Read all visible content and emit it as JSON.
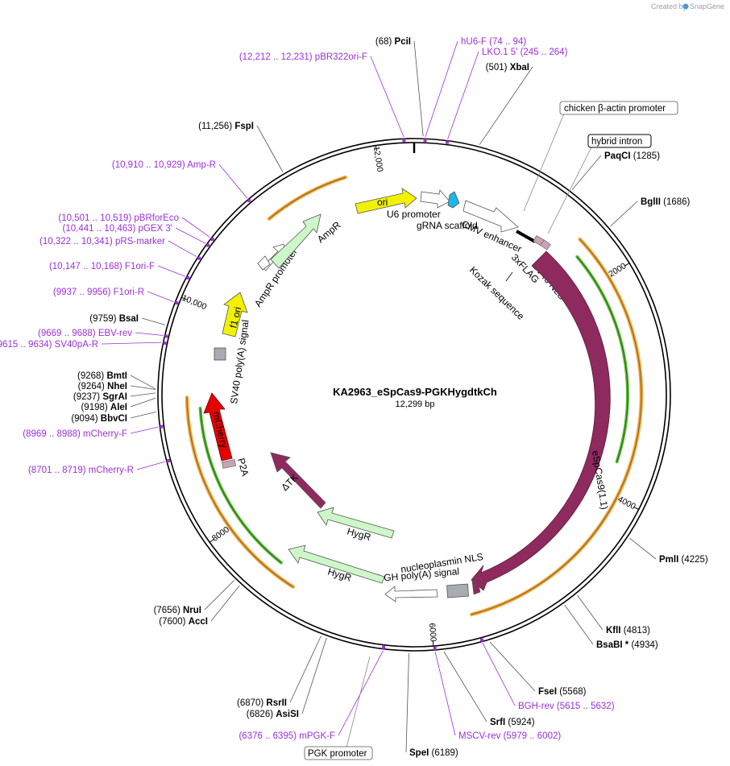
{
  "credit": {
    "prefix": "Created by",
    "brand": "SnapGene"
  },
  "plasmid": {
    "name": "KA2963_eSpCas9-PGKHygdtkCh",
    "size": "12,299 bp",
    "length": 12299
  },
  "ticks": [
    "2000",
    "4000",
    "6000",
    "8000",
    "10,000",
    "12,000"
  ],
  "enzymes": [
    {
      "name": "PciI",
      "pos": "(68)"
    },
    {
      "name": "XbaI",
      "pos": "(501)"
    },
    {
      "name": "PaqCI",
      "pos": "(1285)"
    },
    {
      "name": "BglII",
      "pos": "(1686)"
    },
    {
      "name": "PmlI",
      "pos": "(4225)"
    },
    {
      "name": "KflI",
      "pos": "(4813)"
    },
    {
      "name": "BsaBI *",
      "pos": "(4934)"
    },
    {
      "name": "FseI",
      "pos": "(5568)"
    },
    {
      "name": "SrfI",
      "pos": "(5924)"
    },
    {
      "name": "SpeI",
      "pos": "(6189)"
    },
    {
      "name": "RsrII",
      "pos": "(6870)"
    },
    {
      "name": "AsiSI",
      "pos": "(6826)"
    },
    {
      "name": "NruI",
      "pos": "(7656)"
    },
    {
      "name": "AccI",
      "pos": "(7600)"
    },
    {
      "name": "BbvCI",
      "pos": "(9094)"
    },
    {
      "name": "AleI",
      "pos": "(9198)"
    },
    {
      "name": "SgrAI",
      "pos": "(9237)"
    },
    {
      "name": "NheI",
      "pos": "(9264)"
    },
    {
      "name": "BmtI",
      "pos": "(9268)"
    },
    {
      "name": "BsaI",
      "pos": "(9759)"
    },
    {
      "name": "FspI",
      "pos": "(11,256)"
    }
  ],
  "primers": [
    {
      "name": "hU6-F",
      "range": "(74 .. 94)"
    },
    {
      "name": "LKO.1 5'",
      "range": "(245 .. 264)"
    },
    {
      "name": "pBR322ori-F",
      "range": "(12,212 .. 12,231)"
    },
    {
      "name": "Amp-R",
      "range": "(10,910 .. 10,929)"
    },
    {
      "name": "pBRforEco",
      "range": "(10,501 .. 10,519)"
    },
    {
      "name": "pGEX 3'",
      "range": "(10,441 .. 10,463)"
    },
    {
      "name": "pRS-marker",
      "range": "(10,322 .. 10,341)"
    },
    {
      "name": "F1ori-F",
      "range": "(10,147 .. 10,168)"
    },
    {
      "name": "F1ori-R",
      "range": "(9937 .. 9956)"
    },
    {
      "name": "EBV-rev",
      "range": "(9669 .. 9688)"
    },
    {
      "name": "SV40pA-R",
      "range": "(9615 .. 9634)"
    },
    {
      "name": "mCherry-F",
      "range": "(8969 .. 8988)"
    },
    {
      "name": "mCherry-R",
      "range": "(8701 .. 8719)"
    },
    {
      "name": "mPGK-F",
      "range": "(6376 .. 6395)"
    },
    {
      "name": "MSCV-rev",
      "range": "(5979 .. 6002)"
    },
    {
      "name": "BGH-rev",
      "range": "(5615 .. 5632)"
    }
  ],
  "boxed_features": [
    "chicken β-actin promoter",
    "hybrid intron",
    "PGK promoter"
  ],
  "features": {
    "ori": "ori",
    "u6": "U6 promoter",
    "scaffold": "gRNA scaffold",
    "cmv": "CMV enhancer",
    "sv40nls": "SV40 NLS",
    "flag": "3xFLAG",
    "kozak": "Kozak sequence",
    "cas9": "eSpCas9(1.1)",
    "npnls": "nucleoplasmin NLS",
    "bgh": "bGH poly(A) signal",
    "hygr1": "HygR",
    "hygr2": "HygR",
    "dtk": "ΔTK",
    "p2a": "P2A",
    "mcherry": "mCherry",
    "sv40pa": "SV40 poly(A) signal",
    "f1ori": "f1 ori",
    "amppromoter": "AmpR promoter",
    "ampr": "AmpR"
  },
  "colors": {
    "ori": "#f2f200",
    "cas9": "#8e2a5e",
    "ampr": "#cdf7c8",
    "mcherry": "#e60000",
    "orange": "#f2a93b",
    "green": "#5fbf3a",
    "primer": "#9b30d9",
    "gray": "#a8acb0",
    "cyan": "#1fb5e8"
  }
}
